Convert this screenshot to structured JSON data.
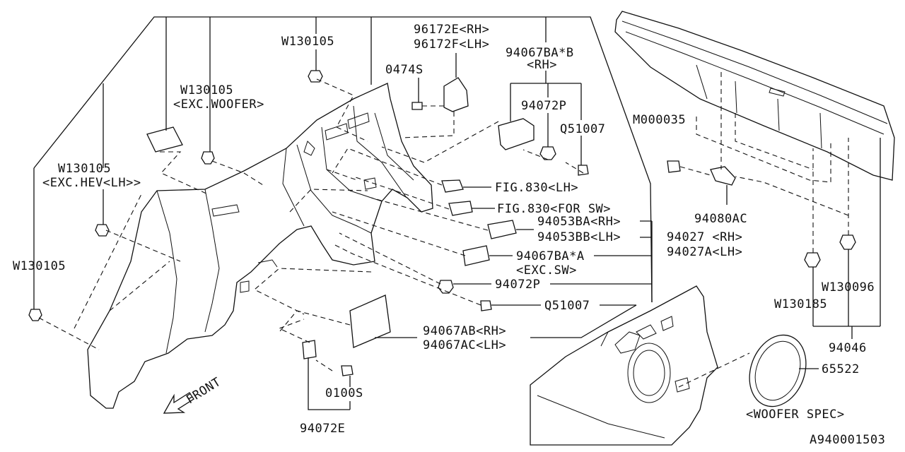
{
  "labels": {
    "w130105_top": "W130105",
    "p96172e": "96172E<RH>",
    "p96172f": "96172F<LH>",
    "p94067ba_b": "94067BA*B",
    "rh_top": "<RH>",
    "p0474s": "0474S",
    "w130105_woofer": "W130105",
    "exc_woofer": "<EXC.WOOFER>",
    "p94072p_top": "94072P",
    "q51007_top": "Q51007",
    "m000035": "M000035",
    "w130105_hev": "W130105",
    "exc_hev": "<EXC.HEV<LH>>",
    "fig830_lh": "FIG.830<LH>",
    "fig830_sw": "FIG.830<FOR SW>",
    "p94080ac": "94080AC",
    "p94053ba": "94053BA<RH>",
    "p94053bb": "94053BB<LH>",
    "p94027": "94027 <RH>",
    "p94027a": "94027A<LH>",
    "w130105_left": "W130105",
    "p94067ba_a": "94067BA*A",
    "exc_sw": "<EXC.SW>",
    "p94072p_mid": "94072P",
    "w130096": "W130096",
    "w130185": "W130185",
    "q51007_mid": "Q51007",
    "p94067ab": "94067AB<RH>",
    "p94067ac": "94067AC<LH>",
    "p94046": "94046",
    "p65522": "65522",
    "p0100s": "0100S",
    "woofer_spec": "<WOOFER SPEC>",
    "p94072e": "94072E",
    "front": "FRONT",
    "diagram_id": "A940001503"
  }
}
